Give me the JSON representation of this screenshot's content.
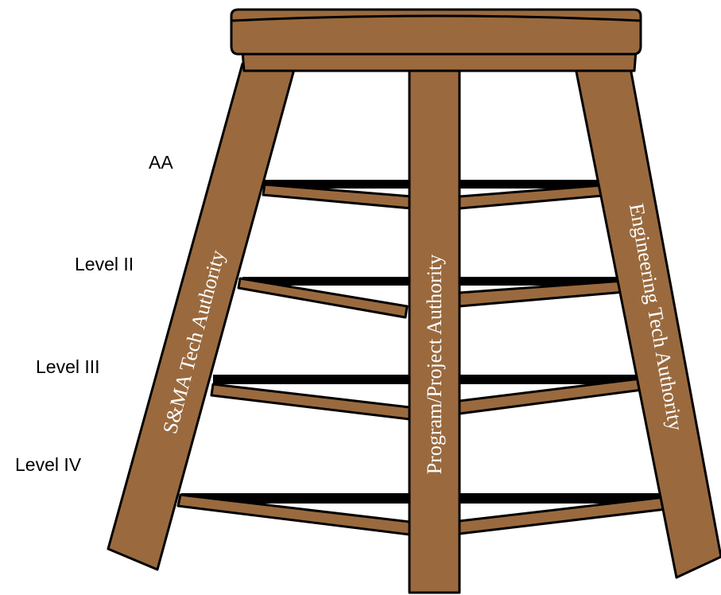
{
  "levels": [
    "AA",
    "Level II",
    "Level III",
    "Level IV"
  ],
  "legs": {
    "left": "S&MA  Tech Authority",
    "center": "Program/Project Authority",
    "right": "Engineering Tech Authority"
  },
  "colors": {
    "wood": "#9a6a3e",
    "outline": "#000000",
    "leg_text": "#ffffff"
  }
}
